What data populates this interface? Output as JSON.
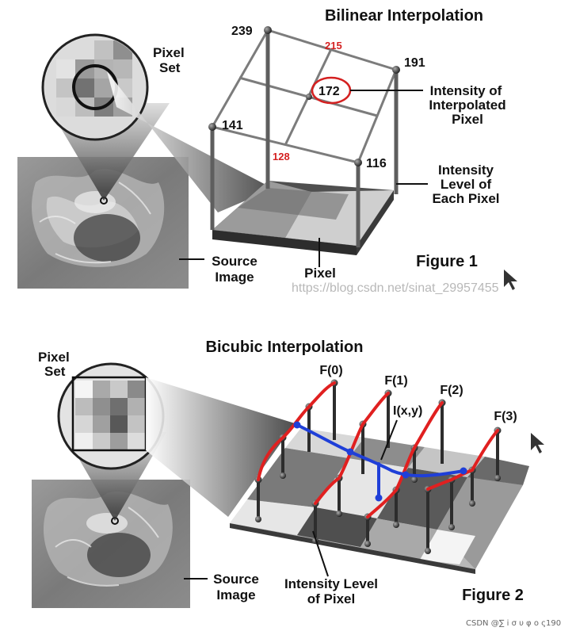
{
  "figure1": {
    "title": "Bilinear Interpolation",
    "pixel_set_label": [
      "Pixel",
      "Set"
    ],
    "corner_values": {
      "top_left": "239",
      "top_right": "191",
      "bottom_left": "141",
      "bottom_right": "116"
    },
    "edge_values": {
      "top": "215",
      "bottom": "128"
    },
    "center_value": "172",
    "intensity_interpolated_label": [
      "Intensity of",
      "Interpolated",
      "Pixel"
    ],
    "intensity_each_label": [
      "Intensity",
      "Level of",
      "Each Pixel"
    ],
    "source_image_label": [
      "Source",
      "Image"
    ],
    "pixel_label": "Pixel",
    "figure_label": "Figure 1",
    "watermark": "https://blog.csdn.net/sinat_29957455"
  },
  "figure2": {
    "title": "Bicubic Interpolation",
    "pixel_set_label": [
      "Pixel",
      "Set"
    ],
    "f_labels": [
      "F(0)",
      "F(1)",
      "F(2)",
      "F(3)"
    ],
    "ixy_label": "I(x,y)",
    "source_image_label": [
      "Source",
      "Image"
    ],
    "intensity_level_label": [
      "Intensity Level",
      "of Pixel"
    ],
    "figure_label": "Figure 2"
  },
  "footer": "CSDN @∑ i σ υ φ ο ς190",
  "colors": {
    "curve_red": "#e02020",
    "curve_blue": "#1f3fd8",
    "highlight_red": "#d42020"
  }
}
